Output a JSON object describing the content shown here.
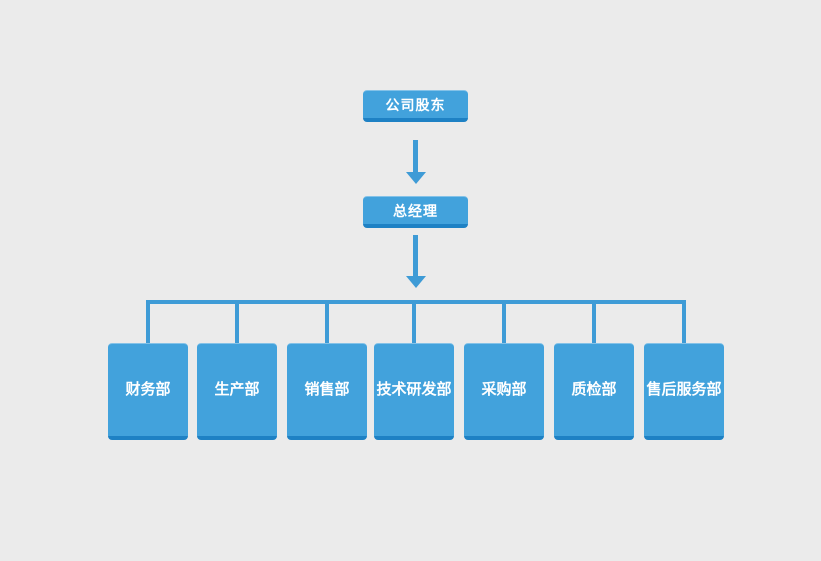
{
  "diagram": {
    "type": "org-chart",
    "colors": {
      "background": "#ebebeb",
      "node_fill": "#42a2dc",
      "node_bottom_edge": "#1e81c4",
      "connector": "#3e9bd6",
      "text": "#ffffff"
    },
    "root": {
      "label": "公司股东"
    },
    "manager": {
      "label": "总经理"
    },
    "departments": [
      {
        "label": "财务部"
      },
      {
        "label": "生产部"
      },
      {
        "label": "销售部"
      },
      {
        "label": "技术研发部"
      },
      {
        "label": "采购部"
      },
      {
        "label": "质检部"
      },
      {
        "label": "售后服务部"
      }
    ],
    "edges": [
      {
        "from": "公司股东",
        "to": "总经理",
        "style": "arrow"
      },
      {
        "from": "总经理",
        "to": "财务部,生产部,销售部,技术研发部,采购部,质检部,售后服务部",
        "style": "arrow-then-branch"
      }
    ]
  }
}
